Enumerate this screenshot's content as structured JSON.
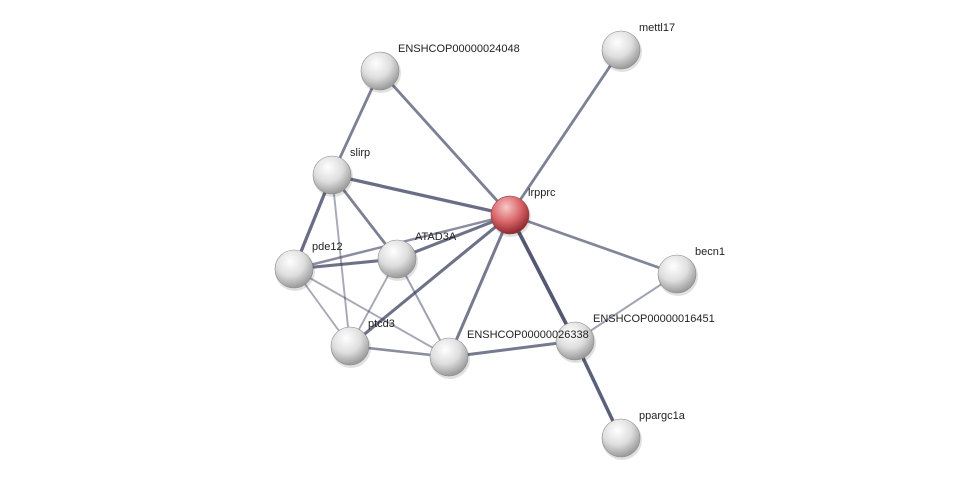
{
  "network": {
    "nodes": [
      {
        "id": "ENSHCOP00000024048",
        "label": "ENSHCOP00000024048",
        "query": false
      },
      {
        "id": "mettl17",
        "label": "mettl17",
        "query": false
      },
      {
        "id": "slirp",
        "label": "slirp",
        "query": false
      },
      {
        "id": "lrpprc",
        "label": "lrpprc",
        "query": true
      },
      {
        "id": "ATAD3A",
        "label": "ATAD3A",
        "query": false
      },
      {
        "id": "pde12",
        "label": "pde12",
        "query": false
      },
      {
        "id": "becn1",
        "label": "becn1",
        "query": false
      },
      {
        "id": "ptcd3",
        "label": "ptcd3",
        "query": false
      },
      {
        "id": "ENSHCOP00000026338",
        "label": "ENSHCOP00000026338",
        "query": false
      },
      {
        "id": "ENSHCOP00000016451",
        "label": "ENSHCOP00000016451",
        "query": false
      },
      {
        "id": "ppargc1a",
        "label": "ppargc1a",
        "query": false
      }
    ],
    "edges": [
      {
        "source": "ENSHCOP00000024048",
        "target": "lrpprc",
        "strength": 0.6
      },
      {
        "source": "ENSHCOP00000024048",
        "target": "slirp",
        "strength": 0.6
      },
      {
        "source": "mettl17",
        "target": "lrpprc",
        "strength": 0.6
      },
      {
        "source": "slirp",
        "target": "lrpprc",
        "strength": 0.75
      },
      {
        "source": "slirp",
        "target": "pde12",
        "strength": 0.75
      },
      {
        "source": "slirp",
        "target": "ATAD3A",
        "strength": 0.6
      },
      {
        "source": "slirp",
        "target": "ptcd3",
        "strength": 0.3
      },
      {
        "source": "ATAD3A",
        "target": "lrpprc",
        "strength": 0.7
      },
      {
        "source": "pde12",
        "target": "ATAD3A",
        "strength": 0.7
      },
      {
        "source": "pde12",
        "target": "lrpprc",
        "strength": 0.5
      },
      {
        "source": "pde12",
        "target": "ptcd3",
        "strength": 0.3
      },
      {
        "source": "pde12",
        "target": "ENSHCOP00000026338",
        "strength": 0.3
      },
      {
        "source": "ATAD3A",
        "target": "ptcd3",
        "strength": 0.3
      },
      {
        "source": "ATAD3A",
        "target": "ENSHCOP00000026338",
        "strength": 0.35
      },
      {
        "source": "ptcd3",
        "target": "lrpprc",
        "strength": 0.7
      },
      {
        "source": "ptcd3",
        "target": "ENSHCOP00000026338",
        "strength": 0.5
      },
      {
        "source": "ENSHCOP00000026338",
        "target": "lrpprc",
        "strength": 0.65
      },
      {
        "source": "ENSHCOP00000026338",
        "target": "ENSHCOP00000016451",
        "strength": 0.65
      },
      {
        "source": "ENSHCOP00000016451",
        "target": "lrpprc",
        "strength": 0.9
      },
      {
        "source": "ENSHCOP00000016451",
        "target": "becn1",
        "strength": 0.35
      },
      {
        "source": "becn1",
        "target": "lrpprc",
        "strength": 0.55
      },
      {
        "source": "ENSHCOP00000016451",
        "target": "ppargc1a",
        "strength": 0.85
      }
    ]
  },
  "colors": {
    "query_node": "#d9666a",
    "node": "#dcdcdc",
    "edge": "#3c4160"
  }
}
